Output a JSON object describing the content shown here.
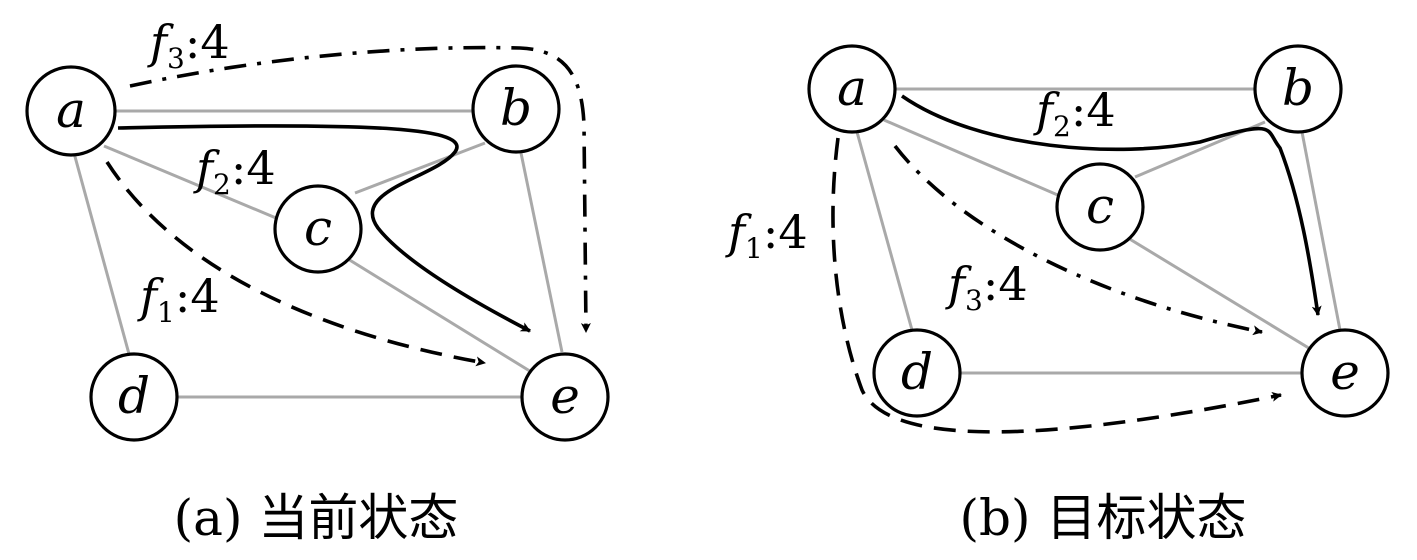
{
  "panels": [
    {
      "caption": "(a) 当前状态",
      "nodes": {
        "a": "a",
        "b": "b",
        "c": "c",
        "d": "d",
        "e": "e"
      },
      "flows": [
        {
          "name": "f",
          "sub": "3",
          "value": "4"
        },
        {
          "name": "f",
          "sub": "2",
          "value": "4"
        },
        {
          "name": "f",
          "sub": "1",
          "value": "4"
        }
      ]
    },
    {
      "caption": "(b) 目标状态",
      "nodes": {
        "a": "a",
        "b": "b",
        "c": "c",
        "d": "d",
        "e": "e"
      },
      "flows": [
        {
          "name": "f",
          "sub": "2",
          "value": "4"
        },
        {
          "name": "f",
          "sub": "1",
          "value": "4"
        },
        {
          "name": "f",
          "sub": "3",
          "value": "4"
        }
      ]
    }
  ],
  "colors": {
    "edge": "#a9a9a9",
    "flow": "#000000",
    "node_fill": "#ffffff"
  }
}
